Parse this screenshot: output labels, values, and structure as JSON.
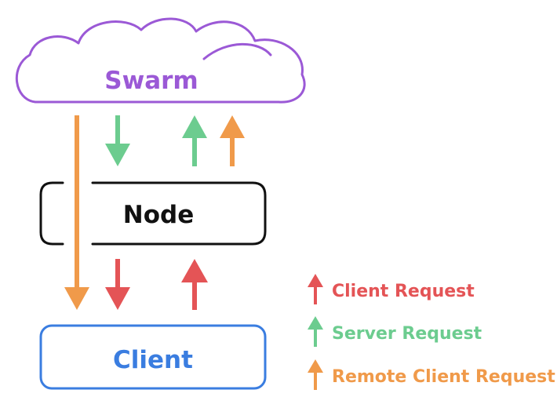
{
  "nodes": {
    "swarm": {
      "label": "Swarm"
    },
    "node": {
      "label": "Node"
    },
    "client": {
      "label": "Client"
    }
  },
  "legend": {
    "client_request": "Client Request",
    "server_request": "Server Request",
    "remote_client_request": "Remote Client Request"
  },
  "colors": {
    "client_request": "#e45456",
    "server_request": "#6ccc8f",
    "remote_client_request": "#f09a4a",
    "swarm": "#9b59d6",
    "node": "#111111",
    "client": "#3a7de0"
  }
}
